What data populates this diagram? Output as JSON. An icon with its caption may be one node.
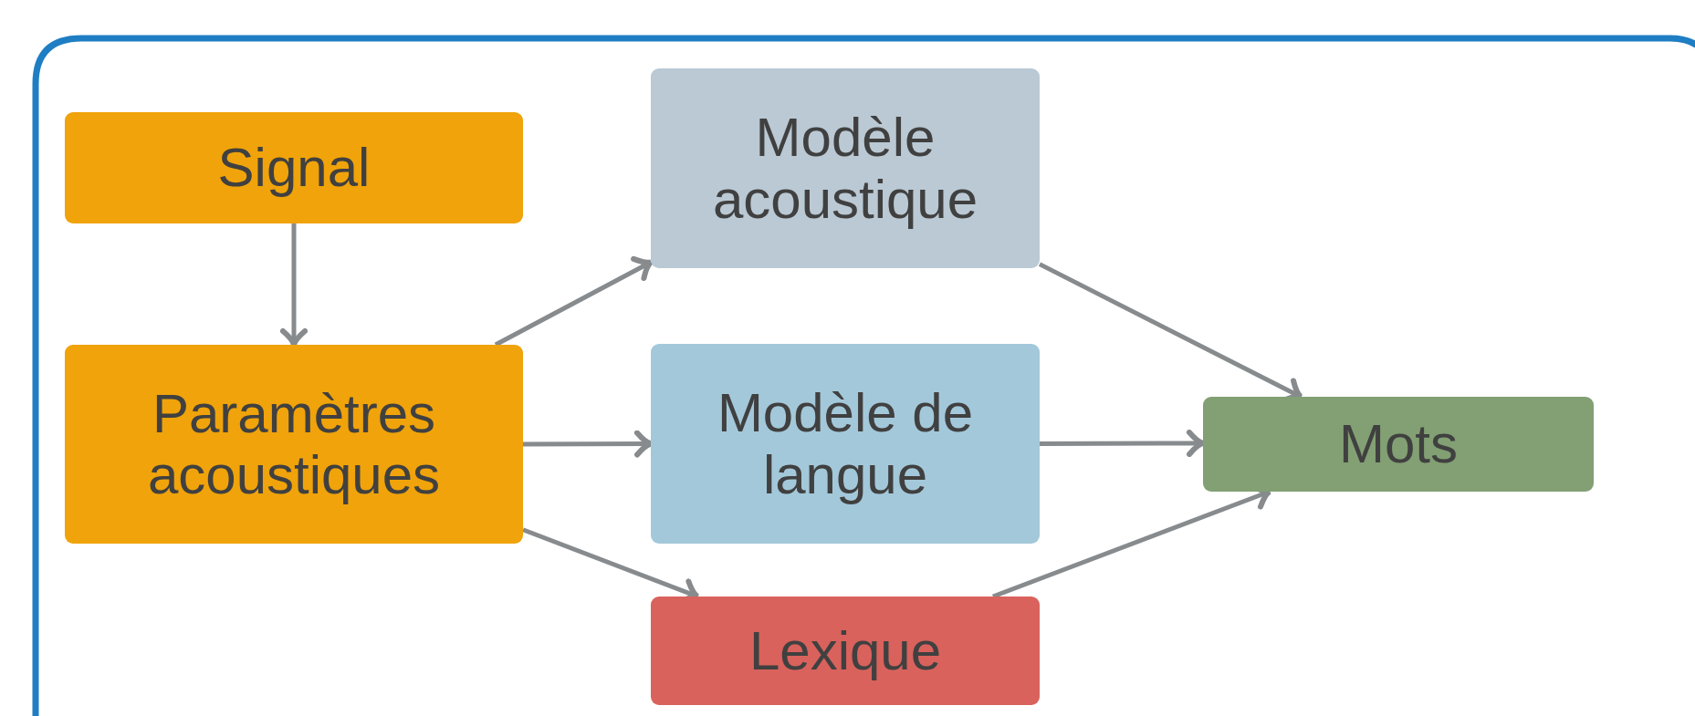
{
  "diagram": {
    "nodes": [
      {
        "text": [
          "Signal"
        ]
      },
      {
        "text": [
          "Paramètres acoustiques"
        ]
      },
      {
        "text": [
          "Modèle acoustique"
        ]
      },
      {
        "text": [
          "Modèle de langue"
        ]
      },
      {
        "text": [
          "Lexique"
        ]
      },
      {
        "text": [
          "Mots"
        ]
      }
    ],
    "edges": [
      {
        "from": 0,
        "to": 1,
        "arrow": "to"
      },
      {
        "from": 1,
        "to": 2,
        "arrow": "to"
      },
      {
        "from": 1,
        "to": 3,
        "arrow": "to"
      },
      {
        "from": 1,
        "to": 4,
        "arrow": "to"
      },
      {
        "from": 2,
        "to": 5,
        "arrow": "to"
      },
      {
        "from": 3,
        "to": 5,
        "arrow": "to"
      },
      {
        "from": 4,
        "to": 5,
        "arrow": "to"
      }
    ]
  }
}
